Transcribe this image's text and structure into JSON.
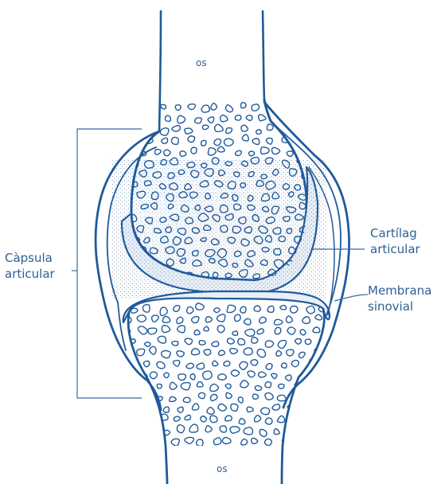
{
  "labels": {
    "os_top": "os",
    "os_bottom": "os",
    "capsula": [
      "Càpsula",
      "articular"
    ],
    "cartilag": [
      "Cartílag",
      "articular"
    ],
    "membrana": [
      "Membrana",
      "sinovial"
    ]
  },
  "colors": {
    "ink": "#1f5a9b",
    "text": "#2f5f94",
    "cartilage_fill": "#e9eff7",
    "background": "#ffffff"
  }
}
